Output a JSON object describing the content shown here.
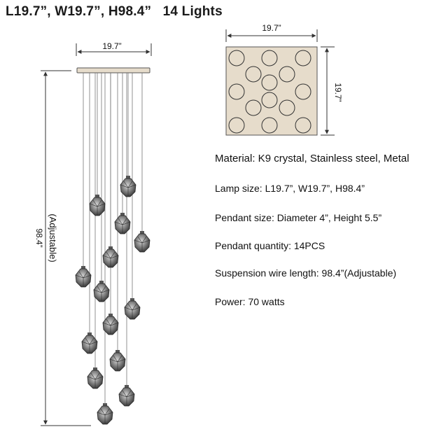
{
  "headline": "L19.7”, W19.7”, H98.4”   14 Lights",
  "side_view": {
    "width_label": "19.7”",
    "height_label": "98.4”",
    "adjustable_label": "(Adjustable)",
    "pendant_count": 14
  },
  "top_view": {
    "width_label": "19.7”",
    "depth_label": "19.7”",
    "pendant_count": 14
  },
  "specs": [
    "Material: K9 crystal, Stainless steel, Metal",
    "Lamp size: L19.7”, W19.7”, H98.4”",
    "Pendant size: Diameter 4”, Height 5.5”",
    "Pendant quantity: 14PCS",
    "Suspension wire length: 98.4”(Adjustable)",
    "Power: 70 watts"
  ],
  "colors": {
    "line": "#333333",
    "canopy": "#e6dccb",
    "crystal": "#8a8a8a",
    "crystal_dark": "#3a3a3a"
  }
}
